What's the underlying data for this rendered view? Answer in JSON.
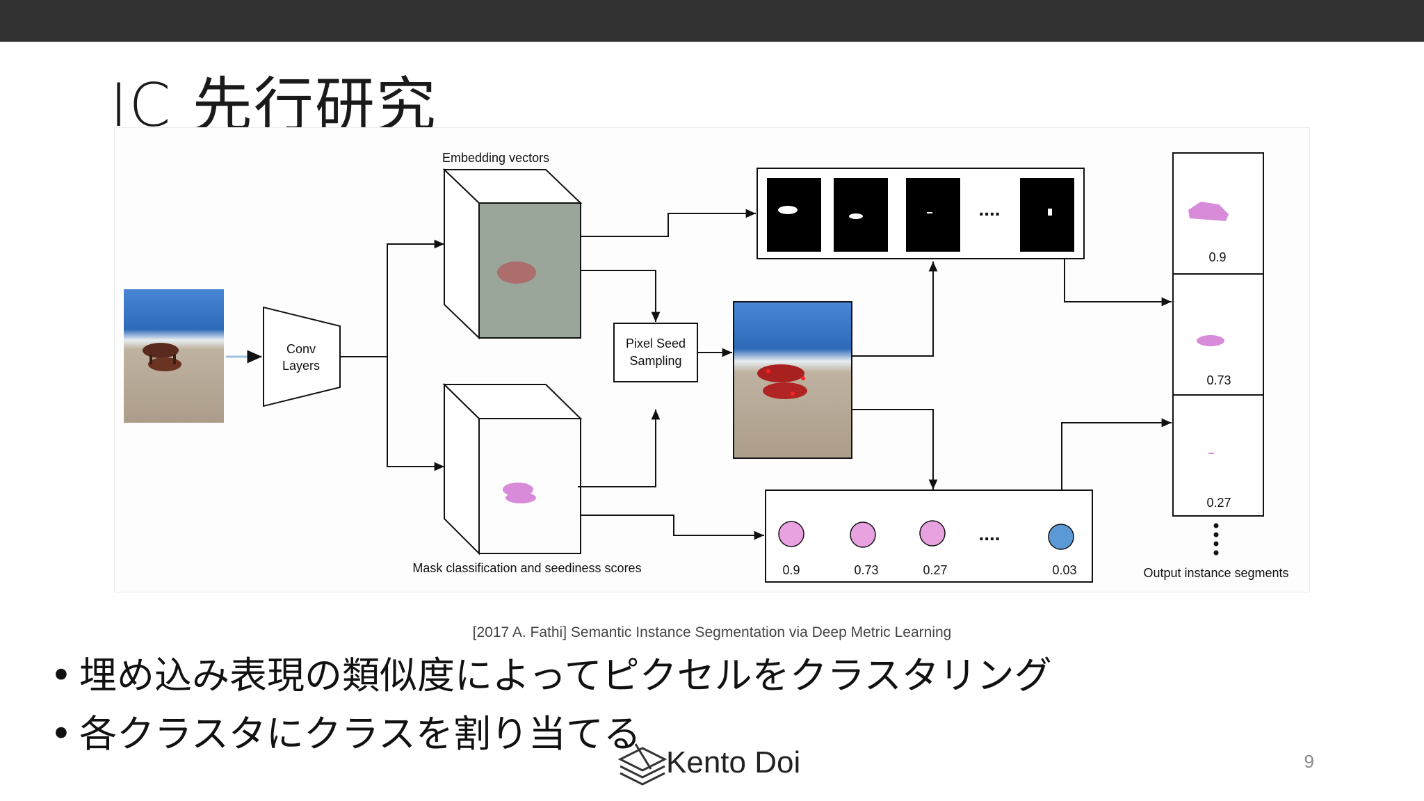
{
  "slide": {
    "title": "IC 先行研究",
    "caption": "[2017 A. Fathi] Semantic Instance Segmentation via Deep Metric Learning",
    "bullets": [
      "埋め込み表現の類似度によってピクセルをクラスタリング",
      "各クラスタにクラスを割り当てる"
    ],
    "brand": "Kento Doi",
    "page_number": "9"
  },
  "figure": {
    "embedding_label": "Embedding vectors",
    "conv_label_1": "Conv",
    "conv_label_2": "Layers",
    "pixel_seed_1": "Pixel Seed",
    "pixel_seed_2": "Sampling",
    "mask_label": "Mask classification and seediness scores",
    "output_label": "Output instance segments",
    "dots": "....",
    "seed_scores": [
      "0.9",
      "0.73",
      "0.27",
      "0.03"
    ],
    "output_scores": [
      "0.9",
      "0.73",
      "0.27"
    ],
    "colors": {
      "seed_pink": "#e8a2e0",
      "seed_blue": "#5b9ad6",
      "segment_pink": "#d88bd8"
    }
  }
}
